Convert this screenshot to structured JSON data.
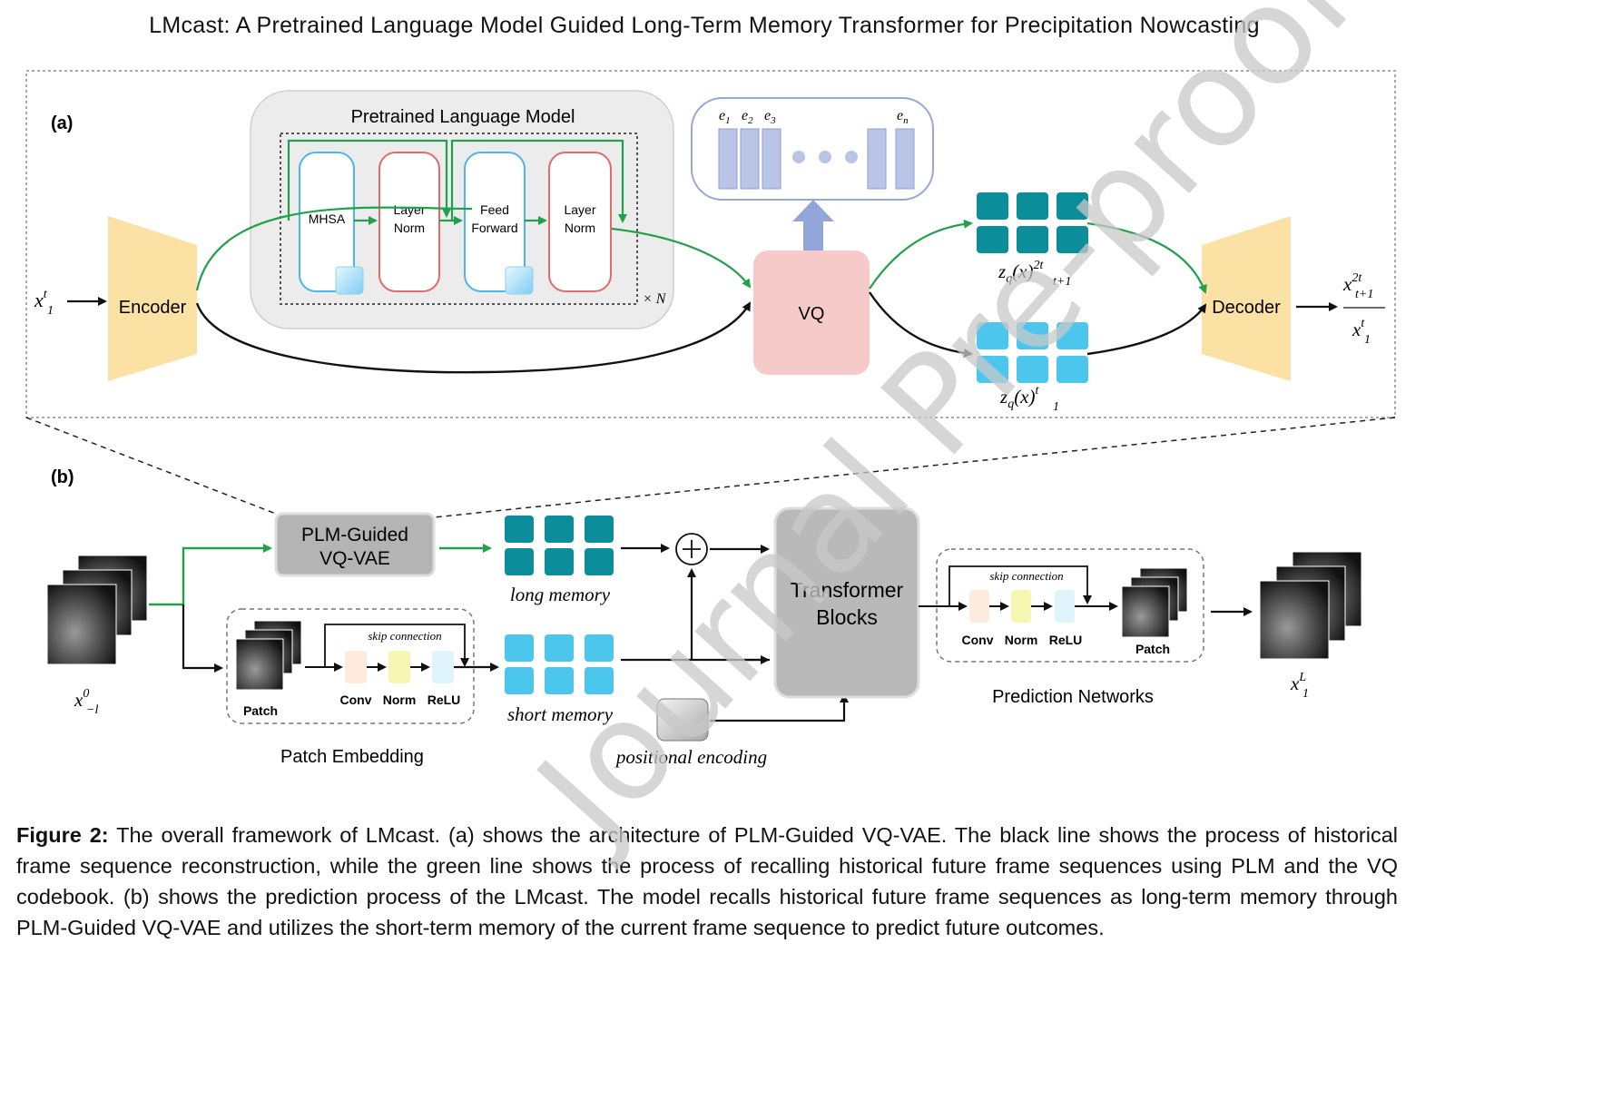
{
  "title": "LMcast: A Pretrained Language Model Guided Long-Term Memory Transformer for Precipitation Nowcasting",
  "panel_a": {
    "label": "(a)",
    "plm_title": "Pretrained Language Model",
    "blocks": {
      "mhsa": "MHSA",
      "layer_norm_1": [
        "Layer",
        "Norm"
      ],
      "feed_forward": [
        "Feed",
        "Forward"
      ],
      "layer_norm_2": [
        "Layer",
        "Norm"
      ]
    },
    "repeat": "× N",
    "input": "x",
    "input_sup": "t",
    "input_sub": "1",
    "encoder": "Encoder",
    "vq": "VQ",
    "decoder": "Decoder",
    "codebook": [
      "e",
      "e",
      "e",
      "e"
    ],
    "codebook_subs": [
      "1",
      "2",
      "3",
      "n"
    ],
    "zq_top": "z",
    "zq_top_rest": "q",
    "zq_top_x": "(x)",
    "zq_top_sup": "2t",
    "zq_top_sub": "t+1",
    "zq_bottom": "z",
    "zq_bottom_rest": "q",
    "zq_bottom_x": "(x)",
    "zq_bottom_sup": "t",
    "zq_bottom_sub": "1",
    "out_top": "x",
    "out_top_sup": "2t",
    "out_top_sub": "t+1",
    "out_bottom": "x",
    "out_bottom_sup": "t",
    "out_bottom_sub": "1",
    "colors": {
      "green": "#22a04b",
      "encoder": "#fbe1a3",
      "vq": "#f7caca",
      "teal": "#0b8e9a",
      "cyan": "#4dc6ee"
    }
  },
  "panel_b": {
    "label": "(b)",
    "input": "x",
    "input_sup": "0",
    "input_sub": "−l",
    "plm_vqvae": [
      "PLM-Guided",
      "VQ-VAE"
    ],
    "long_memory": "long memory",
    "short_memory": "short memory",
    "patch_embedding": "Patch Embedding",
    "patch": "Patch",
    "skip_connection": "skip connection",
    "conv": "Conv",
    "norm": "Norm",
    "relu": "ReLU",
    "transformer": [
      "Transformer",
      "Blocks"
    ],
    "positional_encoding": "positional encoding",
    "prediction_networks": "Prediction Networks",
    "pred_patch": "Patch",
    "pred_skip": "skip connection",
    "pred_conv": "Conv",
    "pred_norm": "Norm",
    "pred_relu": "ReLU",
    "output": "x",
    "output_sup": "L",
    "output_sub": "1"
  },
  "caption": {
    "label": "Figure 2:",
    "text": " The overall framework of LMcast. (a) shows the architecture of PLM-Guided VQ-VAE. The black line shows the process of historical frame sequence reconstruction, while the green line shows the process of recalling historical future frame sequences using PLM and the VQ codebook. (b) shows the prediction process of the LMcast. The model recalls historical future frame sequences as long-term memory through PLM-Guided VQ-VAE and utilizes the short-term memory of the current frame sequence to predict future outcomes."
  },
  "watermark": "Journal Pre-proof"
}
